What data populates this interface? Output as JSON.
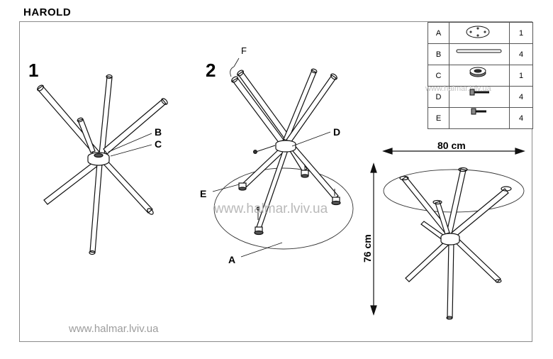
{
  "title": "HAROLD",
  "steps": [
    "1",
    "2"
  ],
  "labels": {
    "B": "B",
    "C": "C",
    "D": "D",
    "E": "E",
    "A": "A",
    "F": "F"
  },
  "dimensions": {
    "width": "80 cm",
    "height": "76 cm"
  },
  "parts": [
    {
      "id": "A",
      "icon": "glass-top-icon",
      "qty": "1"
    },
    {
      "id": "B",
      "icon": "leg-tube-icon",
      "qty": "4"
    },
    {
      "id": "C",
      "icon": "hub-connector-icon",
      "qty": "1"
    },
    {
      "id": "D",
      "icon": "long-screw-icon",
      "qty": "4"
    },
    {
      "id": "E",
      "icon": "short-screw-icon",
      "qty": "4"
    }
  ],
  "watermarks": {
    "center": "www.halmar.lviv.ua",
    "bottom": "www.halmar.lviv.ua",
    "table": "www.halmar.lviv.ua"
  }
}
